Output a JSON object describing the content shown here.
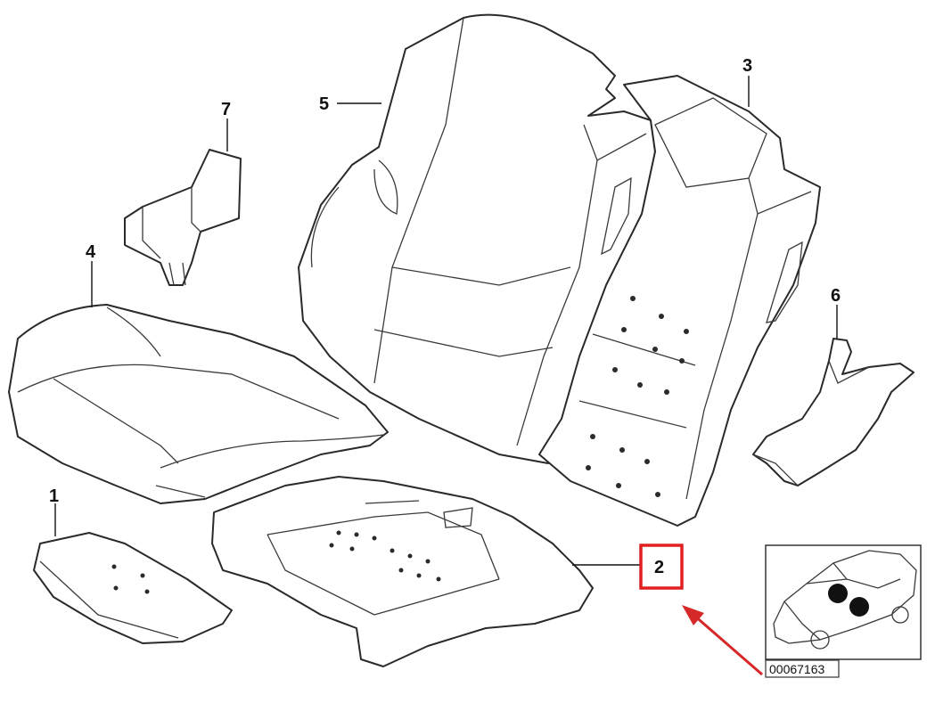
{
  "diagram": {
    "callouts": [
      {
        "id": "1",
        "label": "1"
      },
      {
        "id": "2",
        "label": "2"
      },
      {
        "id": "3",
        "label": "3"
      },
      {
        "id": "4",
        "label": "4"
      },
      {
        "id": "5",
        "label": "5"
      },
      {
        "id": "6",
        "label": "6"
      },
      {
        "id": "7",
        "label": "7"
      }
    ],
    "highlight": {
      "callout": "2",
      "color": "#e02020"
    },
    "arrow_color": "#d62828",
    "thumbnail": {
      "code": "00067163"
    }
  }
}
